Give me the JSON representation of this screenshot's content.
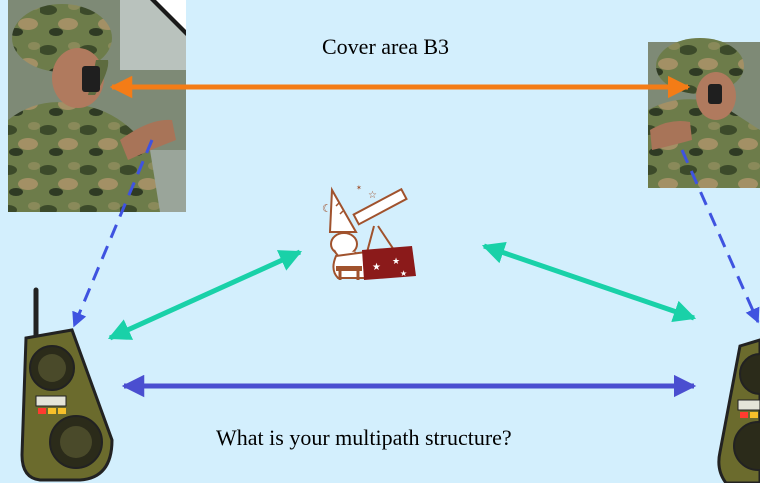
{
  "labels": {
    "top_message": "Cover area B3",
    "bottom_message": "What is your multipath structure?"
  },
  "colors": {
    "background": "#d3effd",
    "orange_arrow": "#f47c16",
    "teal_arrow": "#19d1a8",
    "blue_arrow": "#4a4ed0",
    "dashed_link": "#3f53e0",
    "radio_body": "#6b6b2d"
  },
  "icons": {
    "soldier_left": "soldier-photo",
    "soldier_right": "soldier-photo",
    "wizard": "wizard-with-telescope-clipart",
    "radio_left": "handheld-radio",
    "radio_right": "handheld-radio"
  }
}
